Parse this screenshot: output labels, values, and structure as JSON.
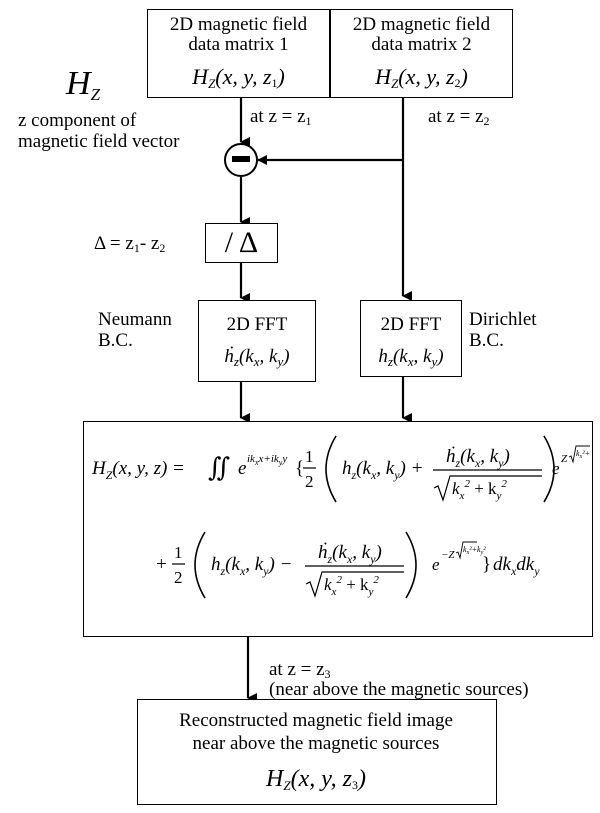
{
  "box1": {
    "title_line1": "2D magnetic field",
    "title_line2": "data matrix 1",
    "formula": "H_Z(x, y, z_1)"
  },
  "box2": {
    "title_line1": "2D magnetic field",
    "title_line2": "data matrix 2",
    "formula": "H_Z(x, y, z_2)"
  },
  "hz_symbol": "H",
  "hz_sub": "Z",
  "hz_desc_line1": "z component of",
  "hz_desc_line2": "magnetic field vector",
  "at_z1": "at z = z",
  "at_z1_sub": "1",
  "at_z2": "at z = z",
  "at_z2_sub": "2",
  "subtract_symbol": "−",
  "delta_def": "Δ  = z",
  "delta_def_mid": "-  z",
  "delta_def_sub1": "1",
  "delta_def_sub2": "2",
  "divide_label": "/ Δ",
  "neumann_line1": "Neumann",
  "neumann_line2": "B.C.",
  "dirichlet_line1": "Dirichlet",
  "dirichlet_line2": "B.C.",
  "fft_left": {
    "title": "2D FFT",
    "formula": "ḣ_z(k_x, k_y)"
  },
  "fft_right": {
    "title": "2D FFT",
    "formula": "h_z(k_x, k_y)"
  },
  "at_z3": "at z = z",
  "at_z3_sub": "3",
  "near_sources": "(near above the magnetic sources)",
  "result": {
    "line1": "Reconstructed magnetic field image",
    "line2": "near above the magnetic sources",
    "formula": "H_Z(x, y, z_3)"
  }
}
